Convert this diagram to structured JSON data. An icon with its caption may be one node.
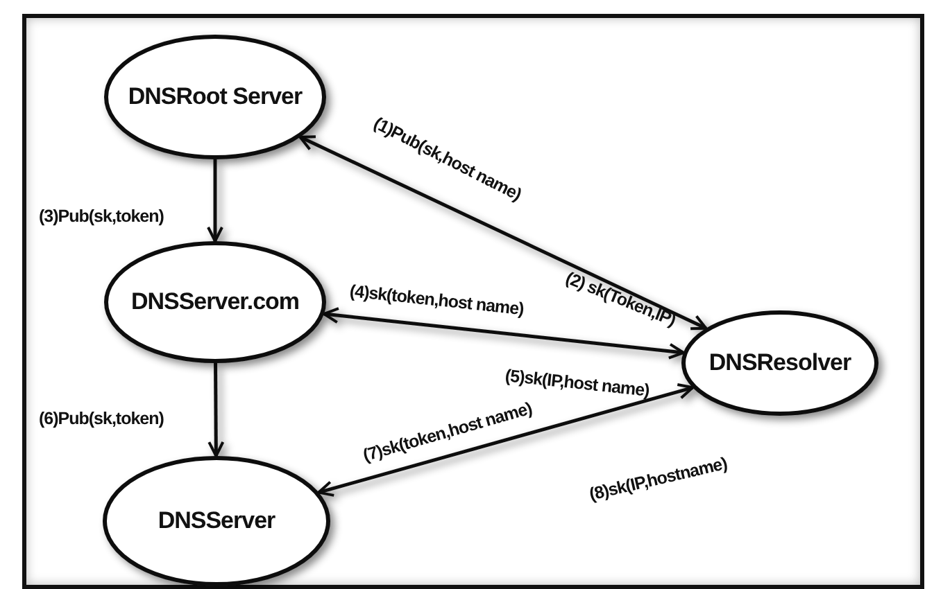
{
  "diagram": {
    "nodes": [
      {
        "text": [
          "DNSRoot Server"
        ]
      },
      {
        "text": [
          "DNSServer.com"
        ]
      },
      {
        "text": [
          "DNSServer"
        ]
      },
      {
        "text": [
          "DNSResolver"
        ]
      }
    ],
    "edges": [
      {
        "from": 0,
        "to": 3,
        "arrow": "both",
        "label": "(1)Pub(sk,host name)"
      },
      {
        "from": 0,
        "to": 1,
        "arrow": "to",
        "label": "(3)Pub(sk,token)"
      },
      {
        "from": 1,
        "to": 3,
        "arrow": "both",
        "label": "(4)sk(token,host name)"
      },
      {
        "from": 1,
        "to": 2,
        "arrow": "to",
        "label": "(6)Pub(sk,token)"
      },
      {
        "from": 2,
        "to": 3,
        "arrow": "both",
        "label": "(7)sk(token,host name)"
      }
    ],
    "labels": [
      "(2) sk(Token,IP)",
      "(5)sk(IP,host name)",
      "(8)sk(IP,hostname)"
    ]
  }
}
